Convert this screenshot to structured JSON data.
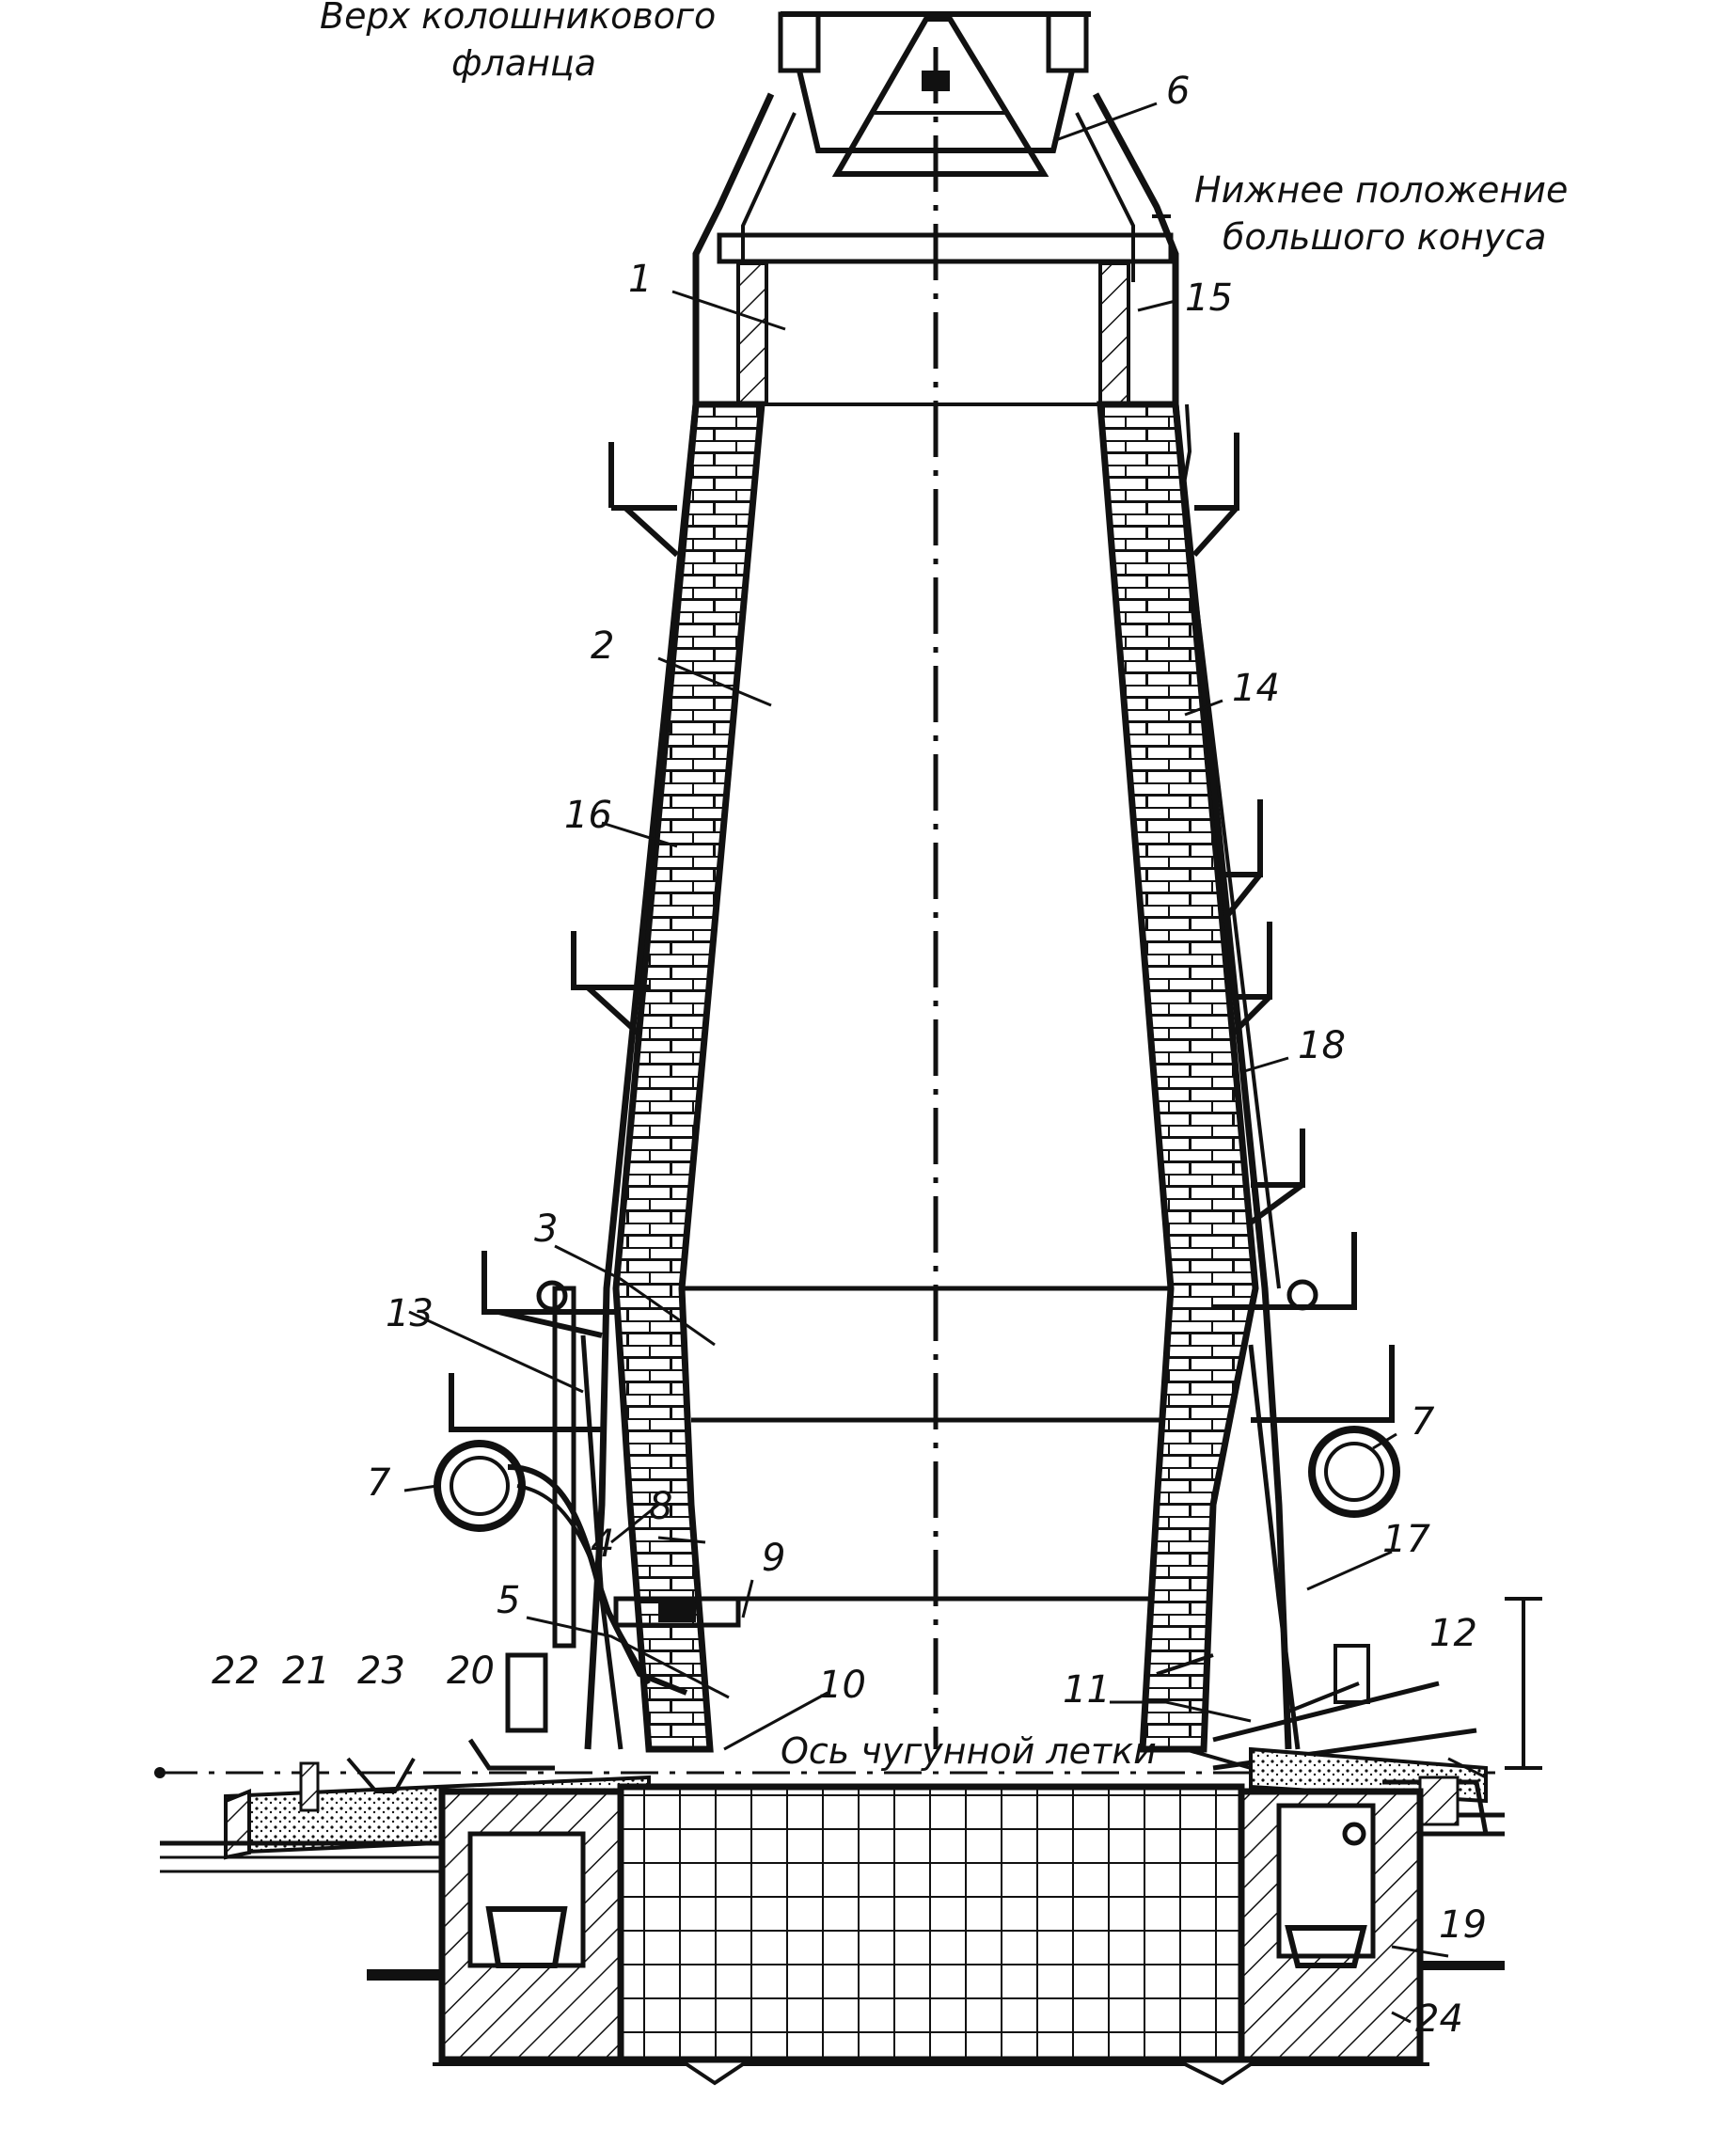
{
  "captions": {
    "top_flange_line1": "Верх колошникового",
    "top_flange_line2": "фланца",
    "cone_line1": "Нижнее положение",
    "cone_line2": "большого конуса",
    "taphole_axis": "Ось чугунной летки"
  },
  "labels": {
    "n1": "1",
    "n2": "2",
    "n3": "3",
    "n4": "4",
    "n5": "5",
    "n6": "6",
    "n7a": "7",
    "n7b": "7",
    "n8": "8",
    "n9": "9",
    "n10": "10",
    "n11": "11",
    "n12": "12",
    "n13": "13",
    "n14": "14",
    "n15": "15",
    "n16": "16",
    "n17": "17",
    "n18": "18",
    "n19": "19",
    "n20": "20",
    "n21": "21",
    "n22": "22",
    "n23": "23",
    "n24": "24"
  },
  "colors": {
    "ink": "#111111",
    "paper": "#ffffff"
  }
}
